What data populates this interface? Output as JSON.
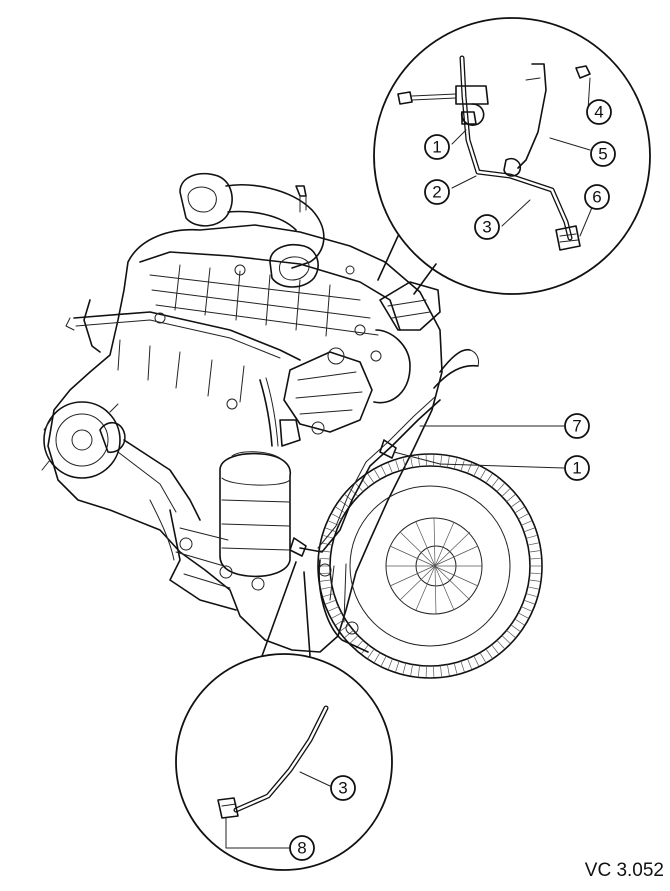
{
  "figure": {
    "reference_code": "VC 3.052"
  },
  "callouts": {
    "top_detail": [
      {
        "id": "c1",
        "label": "1"
      },
      {
        "id": "c2",
        "label": "2"
      },
      {
        "id": "c3",
        "label": "3"
      },
      {
        "id": "c4",
        "label": "4"
      },
      {
        "id": "c5",
        "label": "5"
      },
      {
        "id": "c6",
        "label": "6"
      }
    ],
    "main": [
      {
        "id": "c7",
        "label": "7"
      },
      {
        "id": "c1b",
        "label": "1"
      }
    ],
    "bottom_detail": [
      {
        "id": "c3b",
        "label": "3"
      },
      {
        "id": "c8",
        "label": "8"
      }
    ]
  }
}
